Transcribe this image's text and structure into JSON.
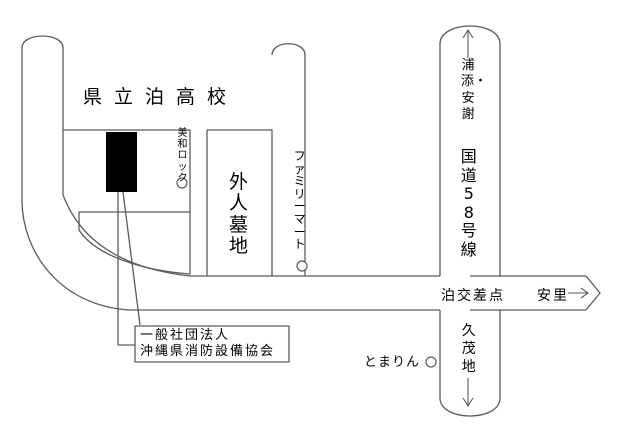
{
  "school": "県立泊高校",
  "cemetery": "外人墓地",
  "familymart": "ファミリーマート",
  "mirock": "美和ロック",
  "association": {
    "line1": "一般社団法人",
    "line2": "沖縄県消防設備協会"
  },
  "route58": {
    "north": "浦添・安謝",
    "name": "国道58号線",
    "south": "久茂地"
  },
  "intersection": "泊交差点",
  "east": "安里",
  "tomarin": "とまりん",
  "colors": {
    "line": "#5a5a5a",
    "text": "#000000",
    "building": "#000000",
    "background": "#ffffff"
  }
}
